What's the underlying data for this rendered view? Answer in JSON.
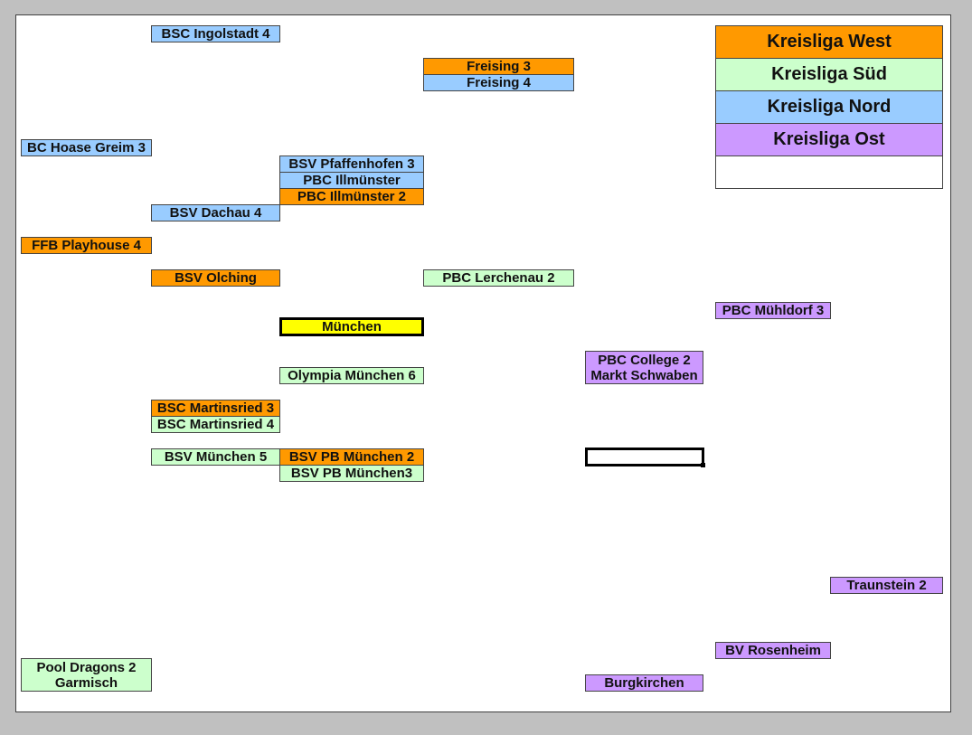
{
  "colors": {
    "west": "#ff9900",
    "sued": "#ccffcc",
    "nord": "#99ccff",
    "ost": "#cc99ff",
    "munich": "#ffff00",
    "empty": "#ffffff"
  },
  "legend": [
    {
      "label": "Kreisliga West",
      "league": "west"
    },
    {
      "label": "Kreisliga Süd",
      "league": "sued"
    },
    {
      "label": "Kreisliga Nord",
      "league": "nord"
    },
    {
      "label": "Kreisliga Ost",
      "league": "ost"
    },
    {
      "label": "",
      "league": "empty"
    }
  ],
  "teams": [
    {
      "lines": [
        "BSC Ingolstadt 4"
      ],
      "league": "nord"
    },
    {
      "lines": [
        "Freising 3"
      ],
      "league": "west"
    },
    {
      "lines": [
        "Freising 4"
      ],
      "league": "nord"
    },
    {
      "lines": [
        "BC Hoase Greim 3"
      ],
      "league": "nord"
    },
    {
      "lines": [
        "BSV Pfaffenhofen 3"
      ],
      "league": "nord"
    },
    {
      "lines": [
        "PBC Illmünster"
      ],
      "league": "nord"
    },
    {
      "lines": [
        "PBC Illmünster 2"
      ],
      "league": "west"
    },
    {
      "lines": [
        "BSV Dachau 4"
      ],
      "league": "nord"
    },
    {
      "lines": [
        "FFB Playhouse 4"
      ],
      "league": "west"
    },
    {
      "lines": [
        "BSV Olching"
      ],
      "league": "west"
    },
    {
      "lines": [
        "PBC Lerchenau 2"
      ],
      "league": "sued"
    },
    {
      "lines": [
        "PBC Mühldorf 3"
      ],
      "league": "ost"
    },
    {
      "lines": [
        "München"
      ],
      "league": "munich"
    },
    {
      "lines": [
        "PBC College 2",
        "Markt Schwaben"
      ],
      "league": "ost"
    },
    {
      "lines": [
        "Olympia München 6"
      ],
      "league": "sued"
    },
    {
      "lines": [
        "BSC Martinsried 3"
      ],
      "league": "west"
    },
    {
      "lines": [
        "BSC Martinsried 4"
      ],
      "league": "sued"
    },
    {
      "lines": [
        "BSV München 5"
      ],
      "league": "sued"
    },
    {
      "lines": [
        "BSV PB München 2"
      ],
      "league": "west"
    },
    {
      "lines": [
        "BSV PB München3"
      ],
      "league": "sued"
    },
    {
      "lines": [
        "Traunstein 2"
      ],
      "league": "ost"
    },
    {
      "lines": [
        "BV Rosenheim"
      ],
      "league": "ost"
    },
    {
      "lines": [
        "Pool Dragons 2",
        "Garmisch"
      ],
      "league": "sued"
    },
    {
      "lines": [
        "Burgkirchen"
      ],
      "league": "ost"
    }
  ]
}
